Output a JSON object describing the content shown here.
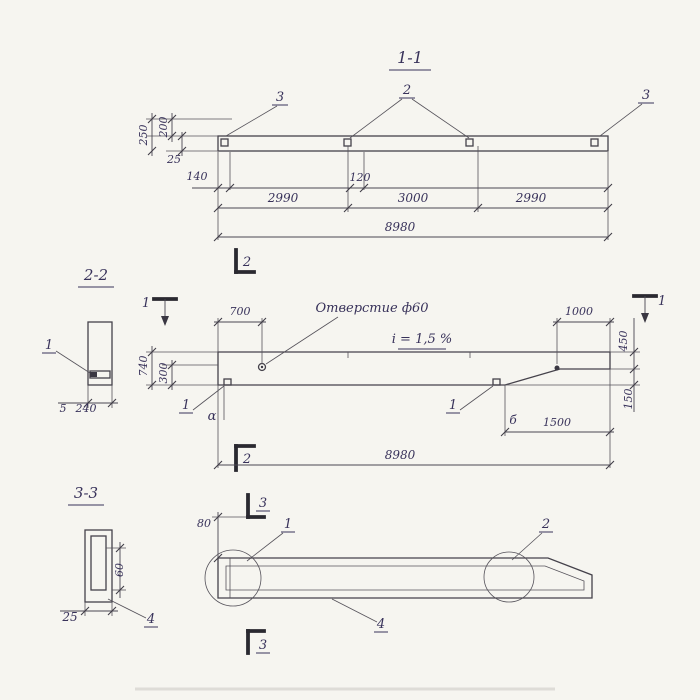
{
  "drawing": {
    "section_1_1": {
      "title": "1-1",
      "callout_3_left": "3",
      "callout_2": "2",
      "callout_3_right": "3",
      "dim_250": "250",
      "dim_200": "200",
      "dim_25": "25",
      "dim_140": "140",
      "dim_120": "120",
      "dim_span_1": "2990",
      "dim_span_2": "3000",
      "dim_span_3": "2990",
      "dim_total": "8980"
    },
    "section_2_2": {
      "title": "2-2",
      "callout_1": "1",
      "dim_5": "5",
      "dim_240": "240"
    },
    "elevation": {
      "cut_marker_2": "2",
      "cut_marker_1": "1",
      "hole_note": "Отверстие ф60",
      "slope_note": "i = 1,5 %",
      "dim_700": "700",
      "dim_1000": "1000",
      "dim_450": "450",
      "dim_740": "740",
      "dim_300": "300",
      "dim_150": "150",
      "dim_1500": "1500",
      "dim_total": "8980",
      "callout_1_left": "1",
      "callout_1_right": "1",
      "label_alpha": "α",
      "label_b": "б"
    },
    "section_3_3": {
      "title": "3-3",
      "dim_60": "60",
      "dim_25": "25",
      "callout_4": "4"
    },
    "plan": {
      "cut_marker_3": "3",
      "dim_80": "80",
      "callout_1": "1",
      "callout_2": "2",
      "callout_4": "4"
    }
  }
}
